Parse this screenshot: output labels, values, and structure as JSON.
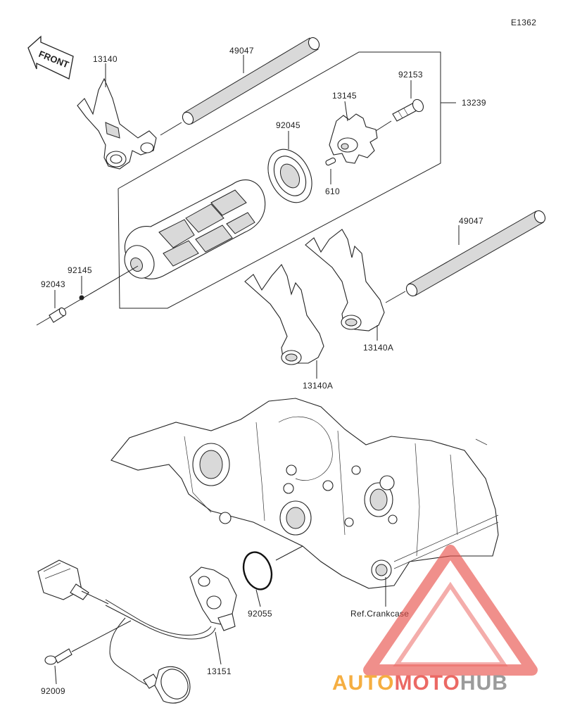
{
  "diagram_id": "E1362",
  "front_label": "FRONT",
  "labels": {
    "p13140": "13140",
    "p49047_top": "49047",
    "p92153": "92153",
    "p13145": "13145",
    "p13239": "13239",
    "p92045": "92045",
    "p610": "610",
    "p49047_mid": "49047",
    "p92145": "92145",
    "p92043": "92043",
    "p13140A_a": "13140A",
    "p13140A_b": "13140A",
    "p92055": "92055",
    "ref_crankcase": "Ref.Crankcase",
    "p13151": "13151",
    "p92009": "92009"
  },
  "watermark": {
    "auto": "AUTO",
    "moto": "MOTO",
    "hub": "HUB",
    "colors": {
      "orange": "#f4a020",
      "red": "#e8504a",
      "gray": "#8a8a8a",
      "triangle": "#e8504a"
    }
  }
}
